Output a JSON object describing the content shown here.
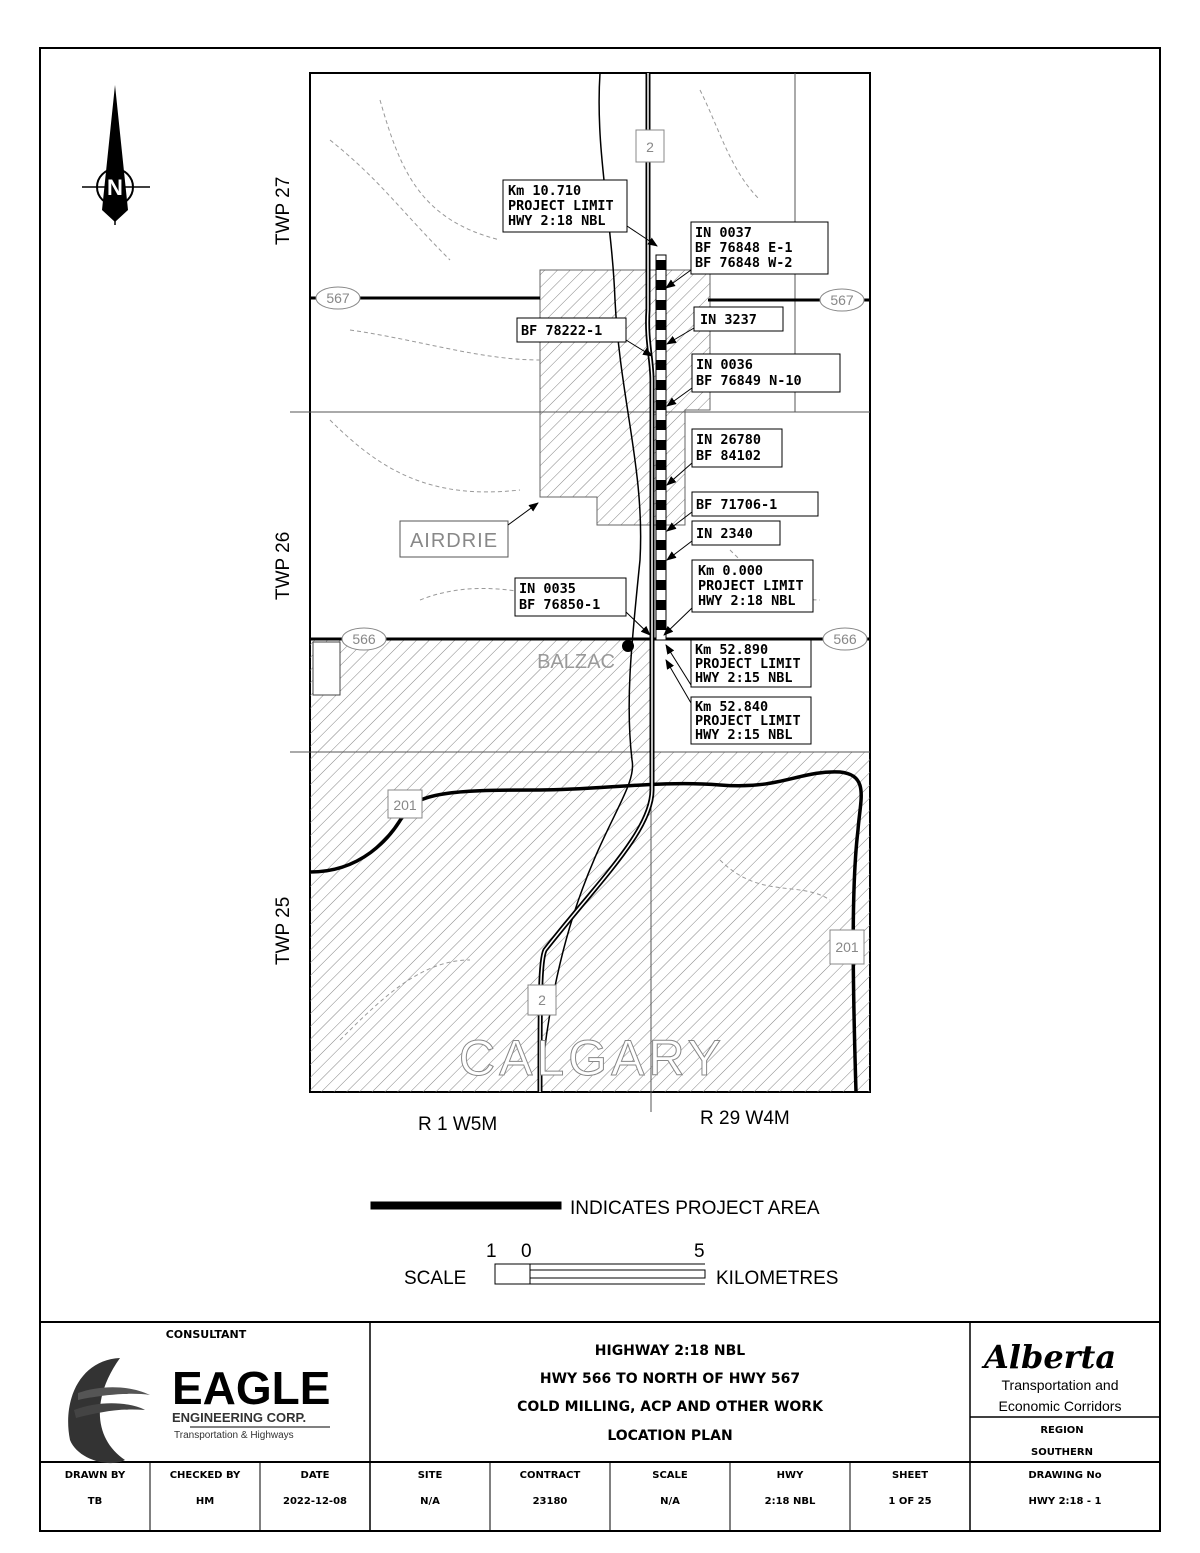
{
  "map": {
    "north_label": "N",
    "townships": [
      "TWP 27",
      "TWP 26",
      "TWP 25"
    ],
    "ranges": [
      "R 1 W5M",
      "R 29 W4M"
    ],
    "places": {
      "airdrie": "AIRDRIE",
      "balzac": "BALZAC",
      "calgary": "CALGARY"
    },
    "highway_shields": {
      "hwy2_north": "2",
      "hwy2_south": "2",
      "hwy567_west": "567",
      "hwy567_east": "567",
      "hwy566_west": "566",
      "hwy566_east": "566",
      "hwy201_west": "201",
      "hwy201_east": "201"
    },
    "callouts": [
      [
        "Km 10.710",
        "PROJECT LIMIT",
        "HWY 2:18 NBL"
      ],
      [
        "IN 0037",
        "BF 76848 E-1",
        "BF 76848 W-2"
      ],
      [
        "IN 3237"
      ],
      [
        "BF 78222-1"
      ],
      [
        "IN 0036",
        "BF 76849 N-10"
      ],
      [
        "IN 26780",
        "BF 84102"
      ],
      [
        "BF 71706-1"
      ],
      [
        "IN 2340"
      ],
      [
        "Km 0.000",
        "PROJECT LIMIT",
        "HWY 2:18 NBL"
      ],
      [
        "IN 0035",
        "BF 76850-1"
      ],
      [
        "Km 52.890",
        "PROJECT LIMIT",
        "HWY 2:15 NBL"
      ],
      [
        "Km 52.840",
        "PROJECT LIMIT",
        "HWY 2:15 NBL"
      ]
    ]
  },
  "legend": {
    "project_area": "INDICATES PROJECT AREA",
    "scale_label": "SCALE",
    "scale_ticks": [
      "1",
      "0",
      "5"
    ],
    "scale_units": "KILOMETRES"
  },
  "title_block": {
    "consultant_label": "CONSULTANT",
    "consultant_name": "EAGLE",
    "consultant_sub": "ENGINEERING CORP.",
    "consultant_tag": "Transportation & Highways",
    "title_lines": [
      "HIGHWAY 2:18 NBL",
      "HWY 566 TO NORTH OF HWY 567",
      "COLD MILLING, ACP AND OTHER WORK",
      "LOCATION PLAN"
    ],
    "agency_logo": "Alberta",
    "agency_lines": [
      "Transportation and",
      "Economic Corridors"
    ],
    "region_label": "REGION",
    "region_value": "SOUTHERN",
    "fields": [
      {
        "label": "DRAWN BY",
        "value": "TB"
      },
      {
        "label": "CHECKED BY",
        "value": "HM"
      },
      {
        "label": "DATE",
        "value": "2022-12-08"
      },
      {
        "label": "SITE",
        "value": "N/A"
      },
      {
        "label": "CONTRACT",
        "value": "23180"
      },
      {
        "label": "SCALE",
        "value": "N/A"
      },
      {
        "label": "HWY",
        "value": "2:18 NBL"
      },
      {
        "label": "SHEET",
        "value": "1 OF 25"
      },
      {
        "label": "DRAWING No",
        "value": "HWY 2:18 - 1"
      }
    ]
  }
}
